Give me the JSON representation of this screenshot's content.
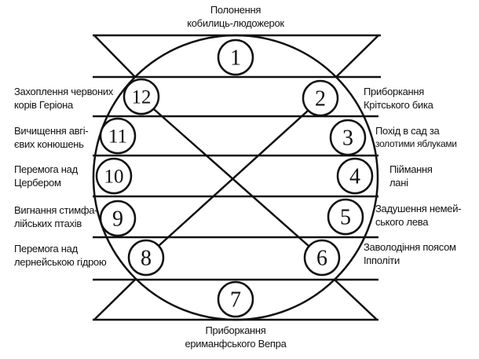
{
  "labels": {
    "top": [
      "Полонення",
      "кобилиць-людожерок"
    ],
    "bottom": [
      "Приборкання",
      "ериманфського Вепра"
    ],
    "l12": [
      "Захоплення червоних",
      "корів Геріона"
    ],
    "l11": [
      "Вичищення авгі-",
      "євих конюшень"
    ],
    "l10": [
      "Перемога над",
      "Цербером"
    ],
    "l9": [
      "Вигнання стимфа-",
      "лійських птахів"
    ],
    "l8": [
      "Перемога над",
      "лернейською гідрою"
    ],
    "r2": [
      "Приборкання",
      "Крітського бика"
    ],
    "r3": [
      "Похід в сад за",
      "золотими яблуками"
    ],
    "r4": [
      "Піймання",
      "лані"
    ],
    "r5": [
      "Задушення немей-",
      "ського лева"
    ],
    "r6": [
      "Заволодіння поясом",
      " Іпполіти"
    ]
  },
  "numbers": [
    "1",
    "2",
    "3",
    "4",
    "5",
    "6",
    "7",
    "8",
    "9",
    "10",
    "11",
    "12"
  ]
}
